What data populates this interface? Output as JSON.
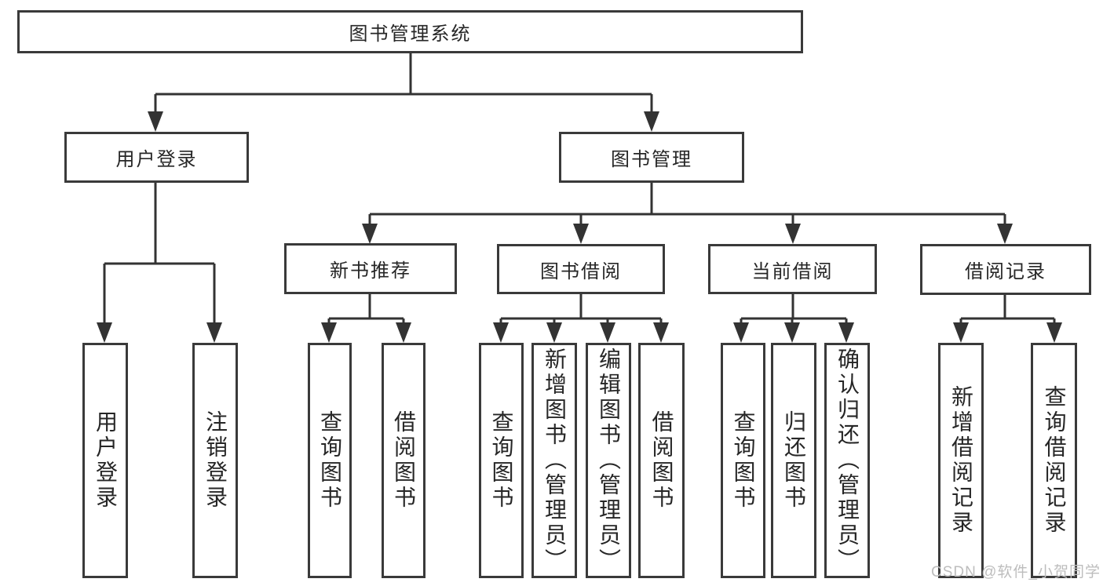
{
  "diagram": {
    "root_label": "图书管理系统",
    "branches": [
      {
        "label": "用户登录",
        "children": [
          "用户登录",
          "注销登录"
        ]
      },
      {
        "label": "图书管理",
        "groups": [
          {
            "label": "新书推荐",
            "children": [
              "查询图书",
              "借阅图书"
            ]
          },
          {
            "label": "图书借阅",
            "children": [
              "查询图书",
              "新增图书（管理员）",
              "编辑图书（管理员）",
              "借阅图书"
            ]
          },
          {
            "label": "当前借阅",
            "children": [
              "查询图书",
              "归还图书",
              "确认归还（管理员）"
            ]
          },
          {
            "label": "借阅记录",
            "children": [
              "新增借阅记录",
              "查询借阅记录"
            ]
          }
        ]
      }
    ]
  },
  "watermark": {
    "text": "CSDN @软件_小贺同学"
  },
  "colors": {
    "line_color": "#333333",
    "border_color": "#3a3a3a",
    "text_color": "#262626",
    "watermark_color": "#bdbdbd",
    "background": "#ffffff"
  }
}
